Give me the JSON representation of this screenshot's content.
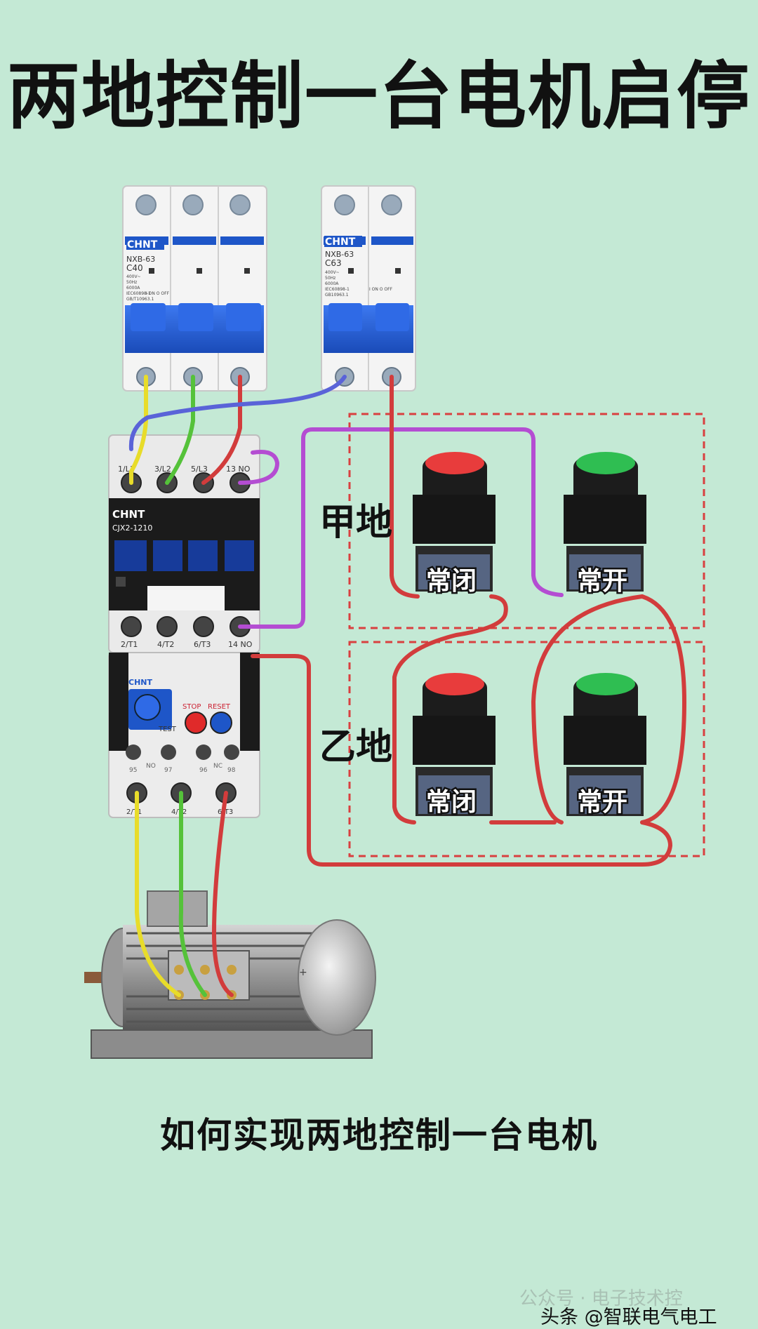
{
  "title": "两地控制一台电机启停",
  "subtitle": "如何实现两地控制一台电机",
  "watermark": "头条 @智联电气电工",
  "watermark_faint": "公众号 · 电子技术控",
  "breaker1": {
    "brand": "CHNT",
    "model": "NXB-63",
    "rating": "C40",
    "spec_lines": [
      "400V~",
      "50Hz",
      "6000A",
      "IEC60898-1",
      "GB/T10963.1"
    ],
    "switch_text": "I ON  O OFF"
  },
  "breaker2": {
    "brand": "CHNT",
    "model": "NXB-63",
    "rating": "C63",
    "spec_lines": [
      "400V~",
      "50Hz",
      "6000A",
      "IEC60898-1",
      "GB10963.1"
    ],
    "switch_text": "I ON  O OFF"
  },
  "contactor": {
    "brand": "CHNT",
    "model": "CJX2-1210",
    "top_terminals": [
      "1/L1",
      "3/L2",
      "5/L3",
      "13 NO"
    ],
    "bottom_terminals": [
      "2/T1",
      "4/T2",
      "6/T3",
      "14 NO"
    ]
  },
  "relay": {
    "brand": "CHNT",
    "stop_label": "STOP",
    "reset_label": "RESET",
    "test_label": "TEST",
    "contact_labels": [
      "95",
      "97",
      "96",
      "98"
    ],
    "contact_groups": [
      "NO",
      "NC"
    ],
    "bottom_terminals": [
      "2/T1",
      "4/T2",
      "6/T3"
    ]
  },
  "locations": {
    "a": "甲地",
    "b": "乙地"
  },
  "buttons": {
    "nc": "常闭",
    "no": "常开"
  },
  "colors": {
    "background": "#c4e9d5",
    "breaker_blue": "#1e56c8",
    "wire_yellow": "#e8dc2a",
    "wire_green": "#55c23a",
    "wire_red": "#d23c3c",
    "wire_blue": "#5a63d8",
    "wire_purple": "#b44dd2",
    "button_red": "#e83c3c",
    "button_green": "#2fbe52",
    "zone_border": "#d94040"
  }
}
